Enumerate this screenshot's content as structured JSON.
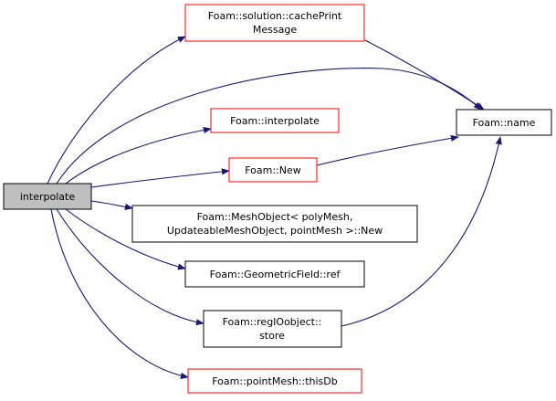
{
  "graph": {
    "colors": {
      "edge": "#191970",
      "root_fill": "#bfbfbf",
      "root_border": "#000000",
      "truncated_border": "#ff0000",
      "complete_border": "#000000",
      "node_fill": "#ffffff"
    },
    "nodes": {
      "root": {
        "lines": [
          "interpolate"
        ]
      },
      "cache_print_message": {
        "lines": [
          "Foam::solution::cachePrint",
          "Message"
        ]
      },
      "interpolate_fn": {
        "lines": [
          "Foam::interpolate"
        ]
      },
      "new_fn": {
        "lines": [
          "Foam::New"
        ]
      },
      "mesh_object_new": {
        "lines": [
          "Foam::MeshObject< polyMesh,",
          "UpdateableMeshObject, pointMesh >::New"
        ]
      },
      "geometric_field_ref": {
        "lines": [
          "Foam::GeometricField::ref"
        ]
      },
      "regioobject_store": {
        "lines": [
          "Foam::regIOobject::",
          "store"
        ]
      },
      "pointmesh_thisdb": {
        "lines": [
          "Foam::pointMesh::thisDb"
        ]
      },
      "name_fn": {
        "lines": [
          "Foam::name"
        ]
      }
    }
  }
}
